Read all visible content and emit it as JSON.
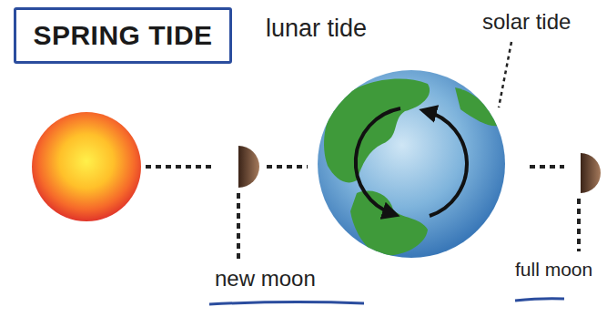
{
  "diagram": {
    "title": "SPRING TIDE",
    "labels": [
      "lunar tide",
      "solar tide",
      "new moon",
      "full moon"
    ]
  }
}
